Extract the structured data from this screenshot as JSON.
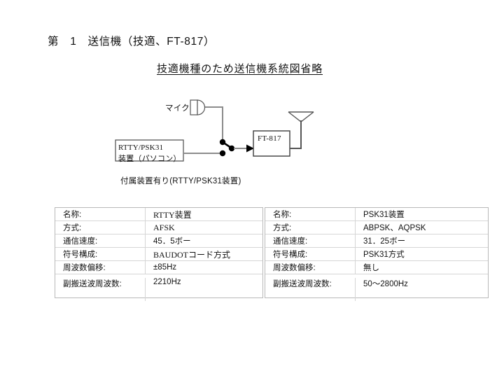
{
  "document": {
    "title": "第　1　送信機（技適、FT-817）",
    "subtitle": "技適機種のため送信機系統図省略"
  },
  "diagram": {
    "mic_label": "マイク",
    "transceiver_label": "FT-817",
    "rtty_box_line1": "RTTY/PSK31",
    "rtty_box_line2": "装置（パソコン）",
    "attachment_note": "付属装置有り(RTTY/PSK31装置)",
    "antenna_icon": "antenna-icon",
    "mic_icon": "microphone-icon",
    "switch_icon": "toggle-switch-icon",
    "line_color": "#808080",
    "node_color": "#000000"
  },
  "tables": {
    "rtty": {
      "name": "RTTY装置",
      "rows": [
        {
          "key": "名称:",
          "value": "RTTY装置"
        },
        {
          "key": "方式:",
          "value": "AFSK"
        },
        {
          "key": "通信速度:",
          "value": "45．5ボー"
        },
        {
          "key": "符号構成:",
          "value": "BAUDOTコード方式"
        },
        {
          "key": "周波数偏移:",
          "value": "±85Hz"
        },
        {
          "key": "副搬送波周波数:",
          "value": "2210Hz"
        }
      ]
    },
    "psk31": {
      "name": "PSK31装置",
      "rows": [
        {
          "key": "名称:",
          "value": "PSK31装置"
        },
        {
          "key": "方式:",
          "value": "ABPSK、AQPSK"
        },
        {
          "key": "通信速度:",
          "value": "31．25ボー"
        },
        {
          "key": "符号構成:",
          "value": "PSK31方式"
        },
        {
          "key": "周波数偏移:",
          "value": "無し"
        },
        {
          "key": "副搬送波周波数:",
          "value": "50〜2800Hz"
        }
      ]
    }
  }
}
